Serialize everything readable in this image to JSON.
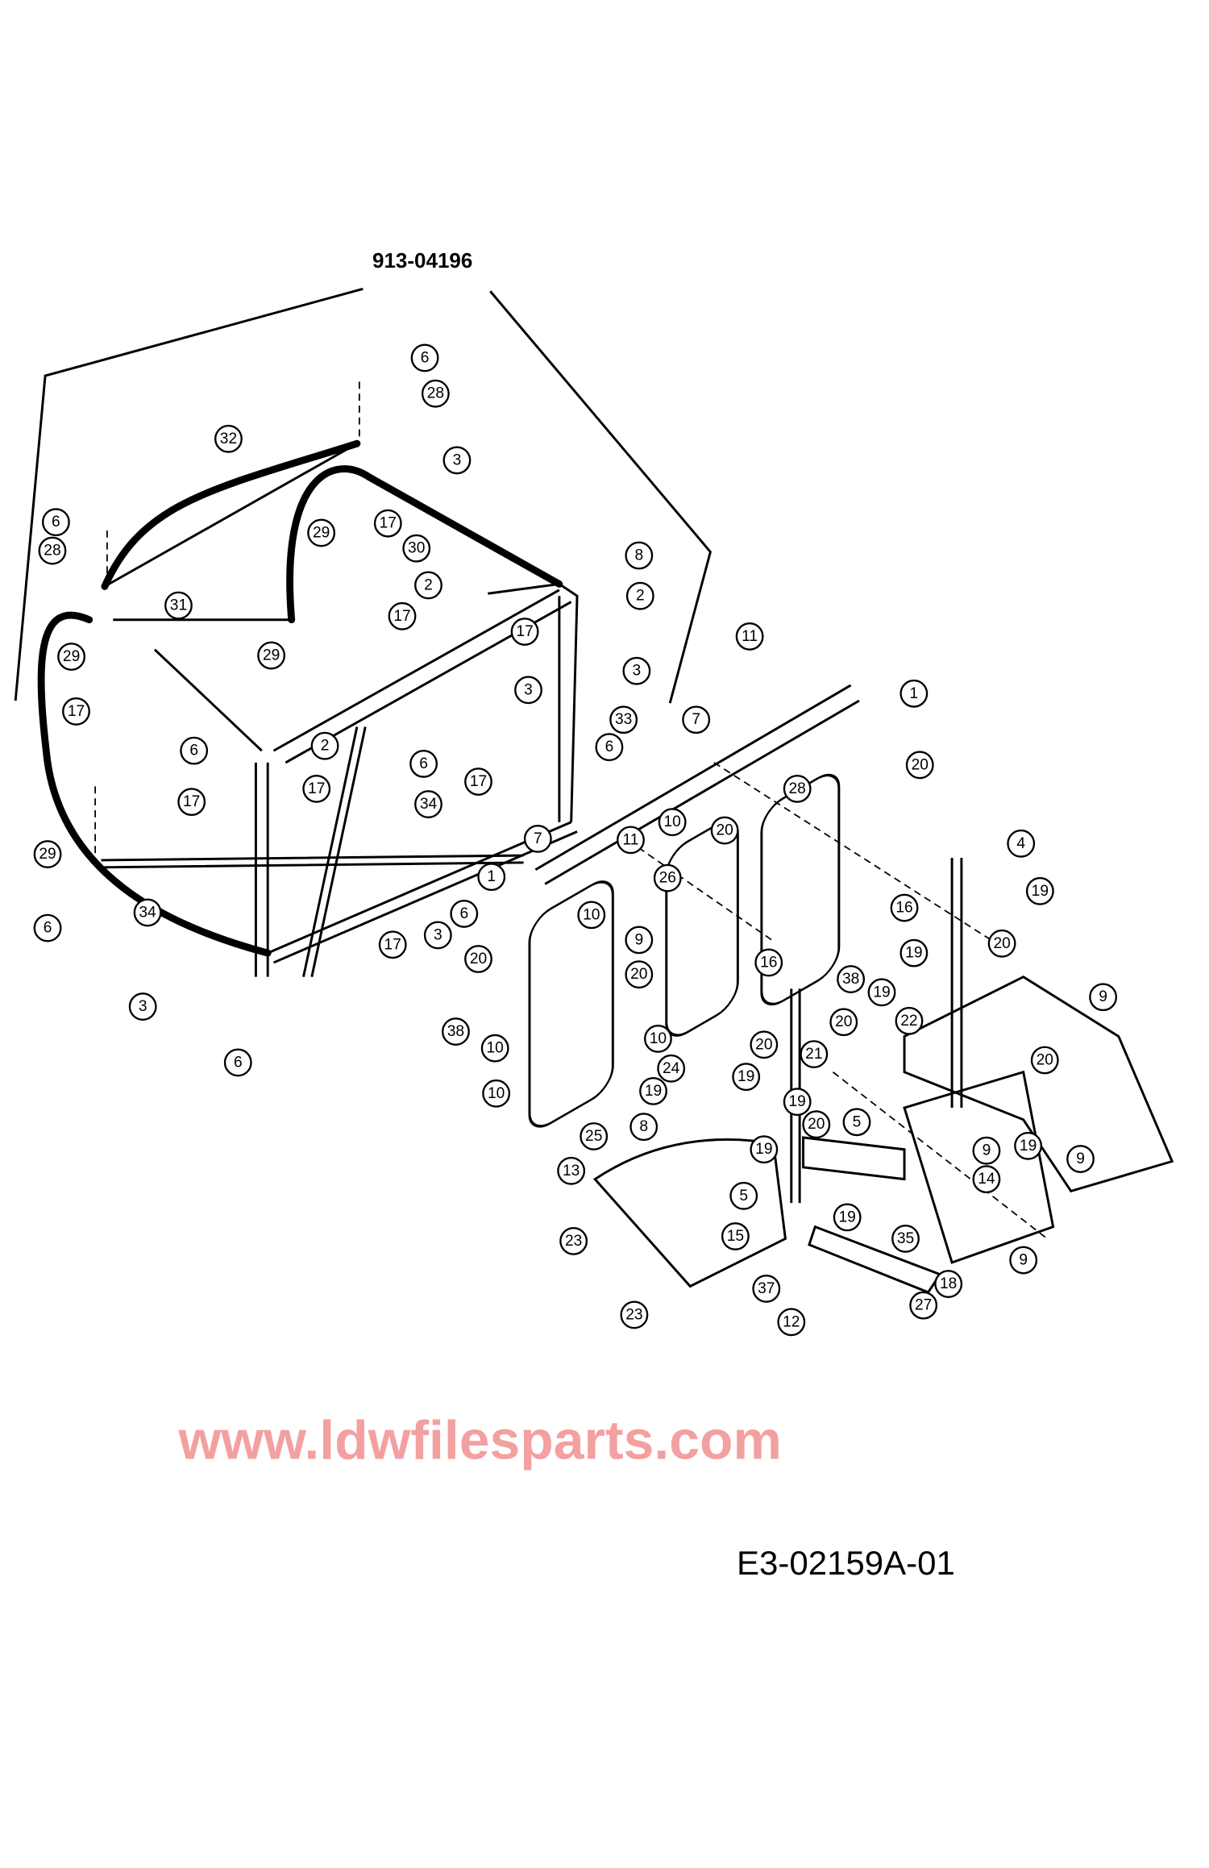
{
  "diagram": {
    "assembly_number": "913-04196",
    "drawing_number": "E3-02159A-01",
    "watermark": "www.ldwfilesparts.com",
    "callouts": [
      "6",
      "28",
      "32",
      "3",
      "6",
      "28",
      "29",
      "17",
      "30",
      "8",
      "2",
      "2",
      "31",
      "17",
      "17",
      "29",
      "3",
      "3",
      "29",
      "17",
      "6",
      "2",
      "17",
      "6",
      "17",
      "6",
      "34",
      "17",
      "29",
      "34",
      "6",
      "7",
      "11",
      "1",
      "10",
      "6",
      "17",
      "3",
      "20",
      "3",
      "6",
      "11",
      "1",
      "7",
      "33",
      "20",
      "28",
      "10",
      "20",
      "26",
      "4",
      "19",
      "16",
      "9",
      "16",
      "19",
      "20",
      "20",
      "38",
      "19",
      "38",
      "10",
      "10",
      "20",
      "20",
      "22",
      "9",
      "21",
      "19",
      "24",
      "20",
      "10",
      "19",
      "19",
      "25",
      "8",
      "5",
      "20",
      "19",
      "9",
      "19",
      "9",
      "13",
      "14",
      "5",
      "15",
      "19",
      "35",
      "9",
      "23",
      "37",
      "18",
      "27",
      "23",
      "12"
    ]
  }
}
